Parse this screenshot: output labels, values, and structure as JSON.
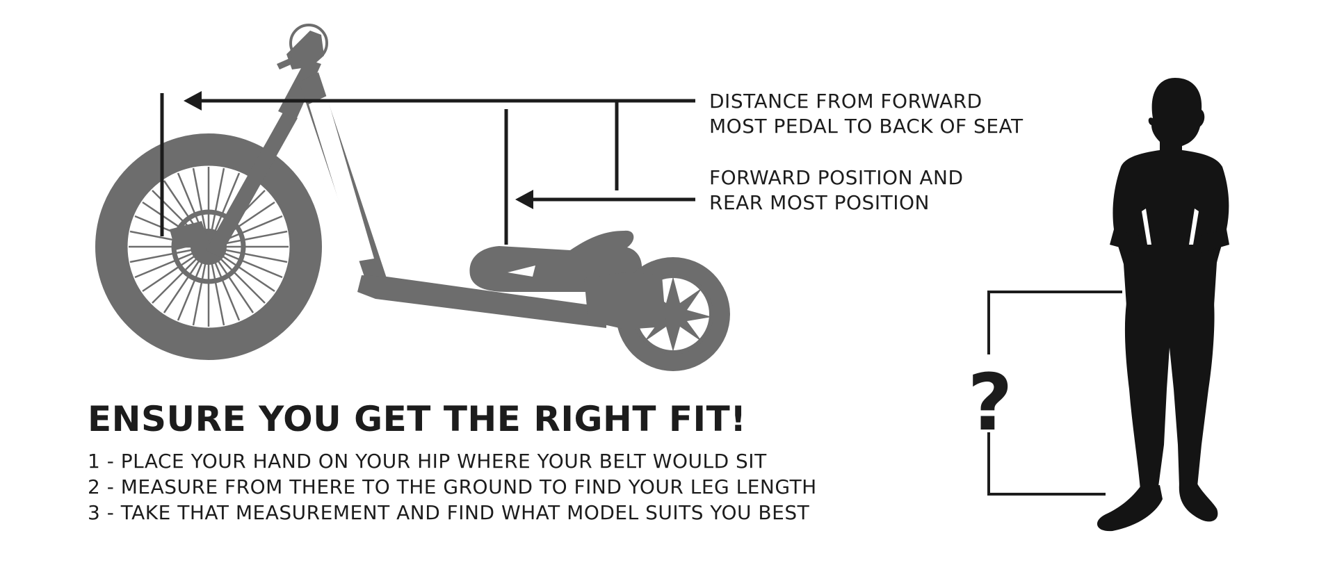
{
  "labels": {
    "distance_line1": "DISTANCE FROM FORWARD",
    "distance_line2": "MOST PEDAL TO BACK OF SEAT",
    "position_line1": "FORWARD POSITION AND",
    "position_line2": "REAR MOST POSITION"
  },
  "heading": "ENSURE YOU GET THE RIGHT FIT!",
  "steps": [
    "1 - PLACE YOUR HAND ON YOUR HIP WHERE YOUR BELT WOULD SIT",
    "2 - MEASURE FROM THERE TO THE GROUND TO FIND YOUR LEG LENGTH",
    "3 - TAKE THAT MEASUREMENT AND FIND WHAT MODEL SUITS YOU BEST"
  ],
  "question_mark": "?",
  "colors": {
    "bike": "#6d6d6d",
    "ink": "#1c1c1c",
    "person": "#141414",
    "background": "#ffffff"
  },
  "icons": [
    "drift-trike-silhouette",
    "person-silhouette",
    "arrow-left-icon",
    "question-mark-icon"
  ]
}
